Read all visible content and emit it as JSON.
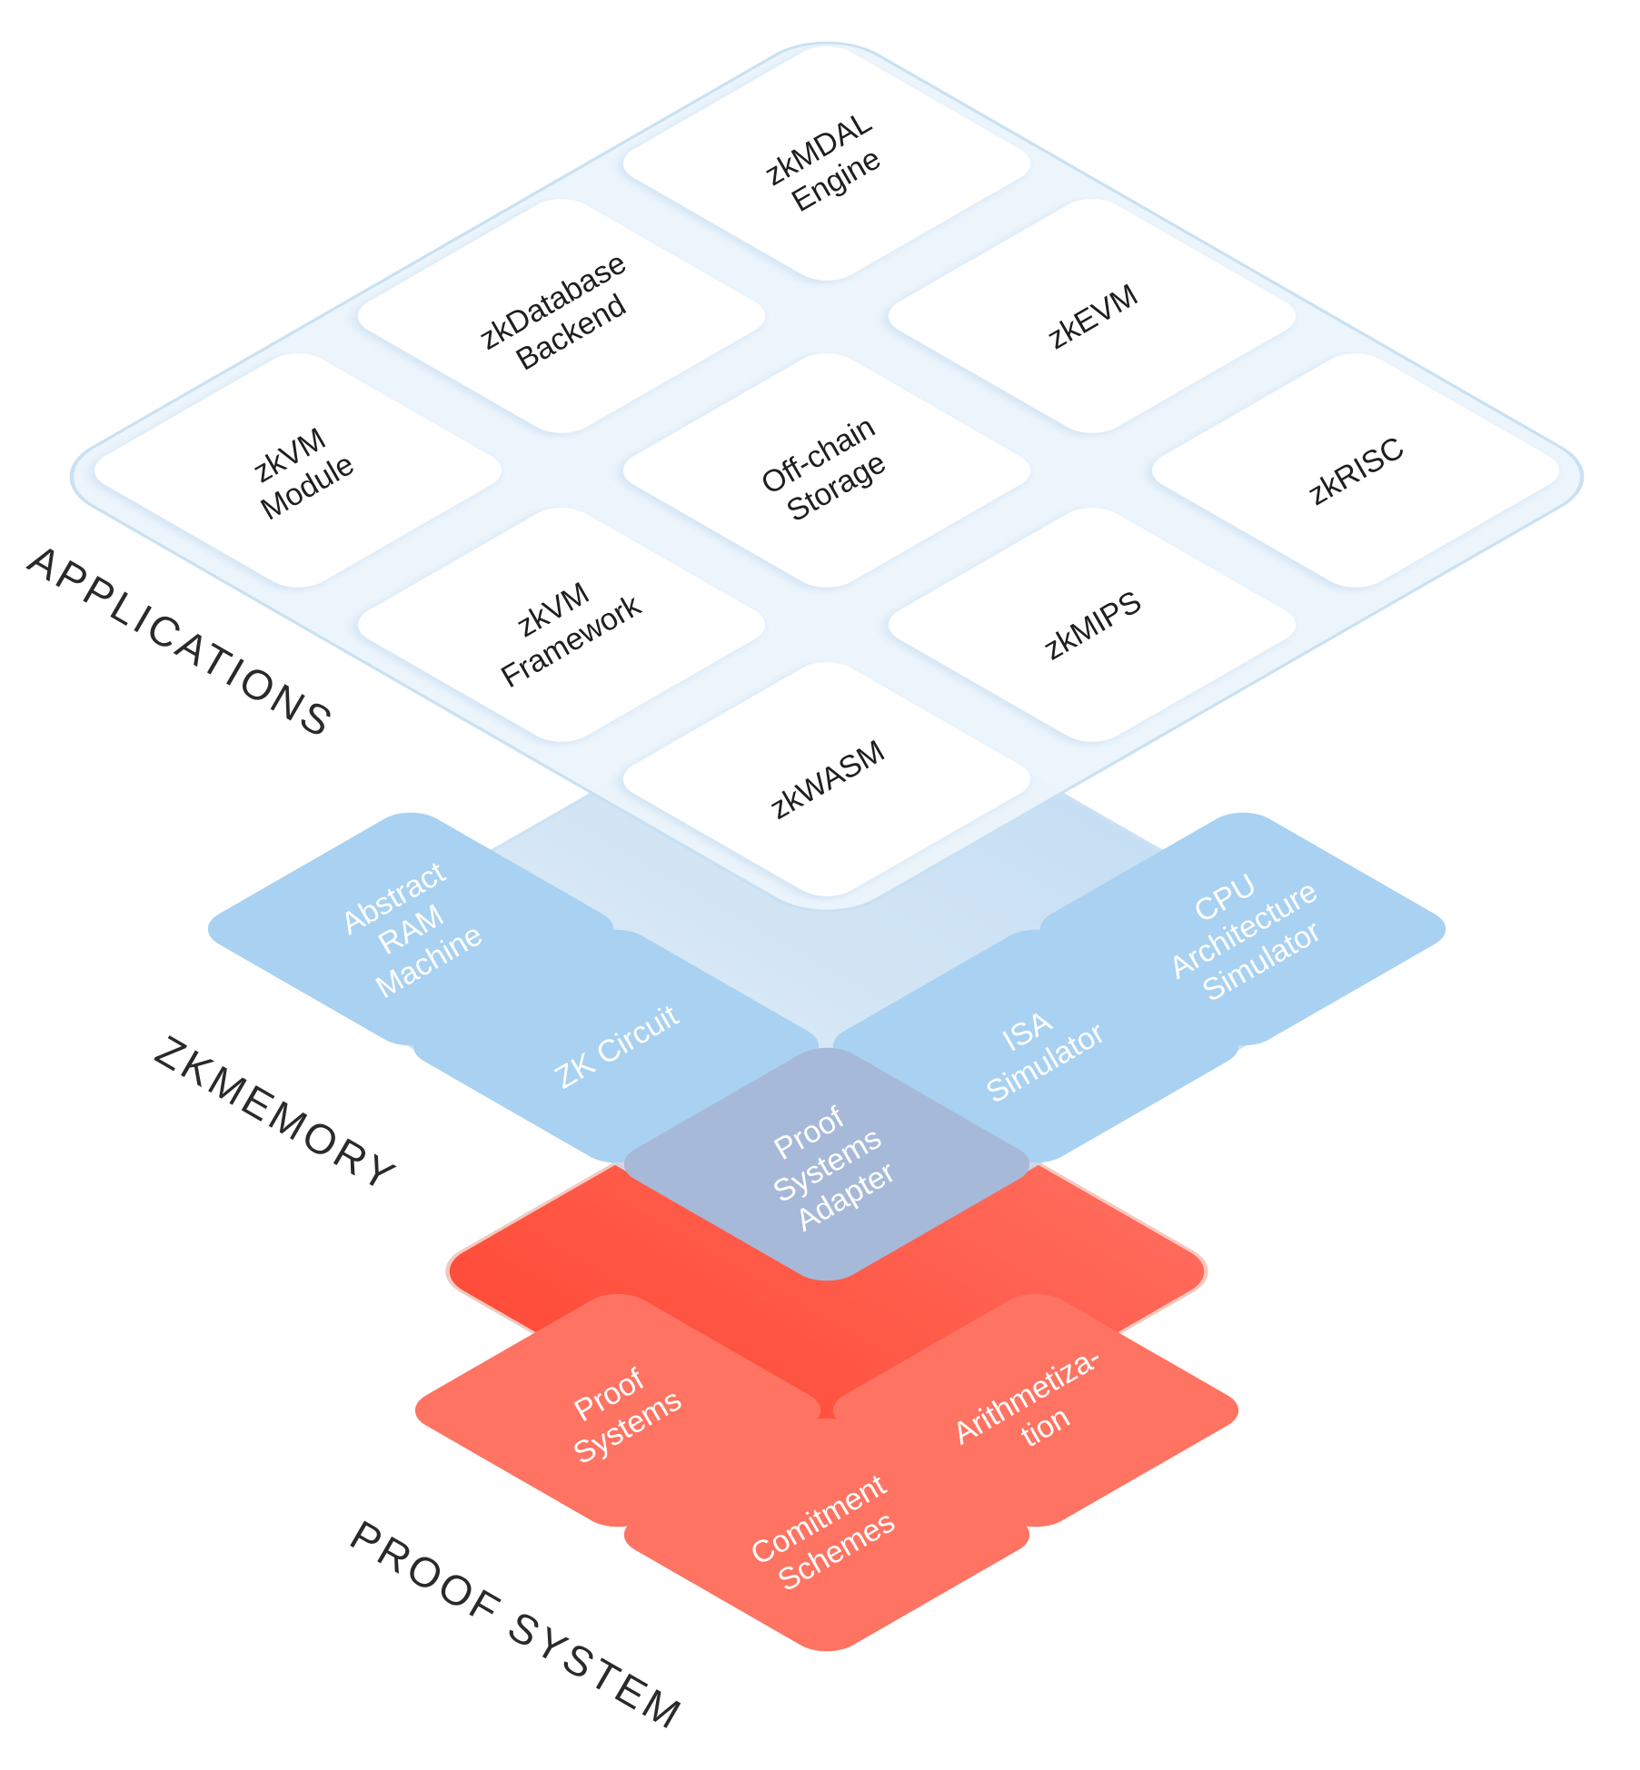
{
  "layers": {
    "applications": {
      "label": "APPLICATIONS",
      "tiles": [
        {
          "lines": [
            "zkMDAL",
            "Engine"
          ]
        },
        {
          "lines": [
            "zkDatabase",
            "Backend"
          ]
        },
        {
          "lines": [
            "zkEVM"
          ]
        },
        {
          "lines": [
            "zkVM",
            "Module"
          ]
        },
        {
          "lines": [
            "Off-chain",
            "Storage"
          ]
        },
        {
          "lines": [
            "zkRISC"
          ]
        },
        {
          "lines": [
            "zkVM",
            "Framework"
          ]
        },
        {
          "lines": [
            "zkMIPS"
          ]
        },
        {
          "lines": [
            "zkWASM"
          ]
        }
      ]
    },
    "zkmemory": {
      "label": "ZKMEMORY",
      "tiles": [
        {
          "lines": [
            "Abstract",
            "RAM",
            "Machine"
          ]
        },
        {
          "lines": [
            "CPU",
            "Architecture",
            "Simulator"
          ]
        },
        {
          "lines": [
            "ZK Circuit"
          ]
        },
        {
          "lines": [
            "ISA",
            "Simulator"
          ]
        },
        {
          "lines": [
            "Proof",
            "Systems",
            "Adapter"
          ]
        }
      ]
    },
    "proof_system": {
      "label": "PROOF SYSTEM",
      "tiles": [
        {
          "lines": [
            "Proof",
            "Systems"
          ]
        },
        {
          "lines": [
            "Arithmetiza-",
            "tion"
          ]
        },
        {
          "lines": [
            "Comitment",
            "Schemes"
          ]
        }
      ]
    }
  },
  "colors": {
    "app_plate": "#eaf3fb",
    "app_border": "#c7e0f3",
    "app_tile": "#ffffff",
    "app_text": "#1e1e1e",
    "mem_plate": "#cfe4f6",
    "mem_tile": "#a9d1f1",
    "mem_adapter_tile": "#a7b9d8",
    "mem_text": "#ffffff",
    "proof_plate": "#ff5f4e",
    "proof_tile": "#ff7362",
    "proof_text": "#ffffff",
    "label_text": "#2a2a2a"
  }
}
